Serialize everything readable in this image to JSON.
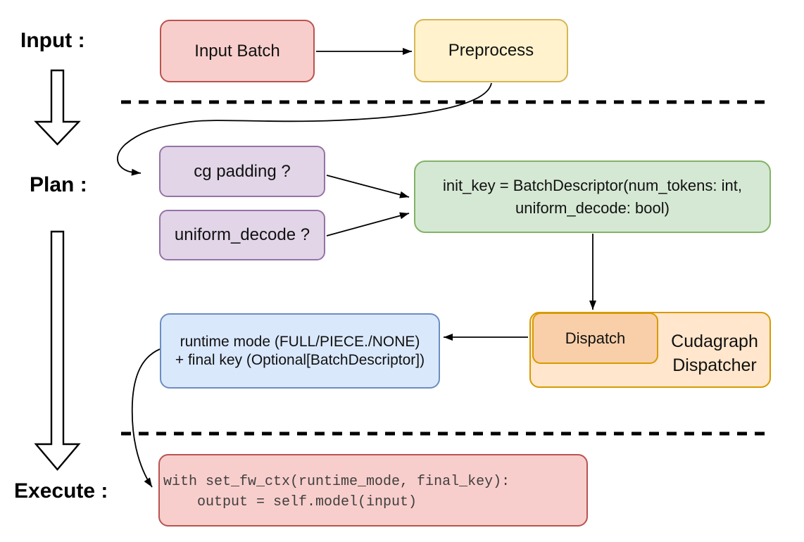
{
  "diagram": {
    "stages": {
      "input_label": "Input :",
      "plan_label": "Plan :",
      "execute_label": "Execute :"
    },
    "nodes": {
      "input_batch": {
        "label": "Input Batch"
      },
      "preprocess": {
        "label": "Preprocess"
      },
      "cg_padding": {
        "label": "cg padding ?"
      },
      "uniform_decode": {
        "label": "uniform_decode ?"
      },
      "init_key": {
        "lines": [
          "init_key = BatchDescriptor(num_tokens: int,",
          "uniform_decode: bool)"
        ]
      },
      "dispatch": {
        "label": "Dispatch"
      },
      "cudagraph_dispatcher": {
        "lines": [
          "Cudagraph",
          "Dispatcher"
        ]
      },
      "runtime_mode": {
        "lines": [
          "runtime mode (FULL/PIECE./NONE)",
          "+ final key (Optional[BatchDescriptor])"
        ]
      },
      "execute_code": {
        "lines": [
          "with set_fw_ctx(runtime_mode, final_key):",
          "    output = self.model(input)"
        ]
      }
    },
    "colors": {
      "red_fill": "#F8CECC",
      "red_border": "#B85450",
      "yellow_fill": "#FFF2CC",
      "yellow_border": "#D6B656",
      "purple_fill": "#E1D5E7",
      "purple_border": "#9673A6",
      "green_fill": "#D5E8D4",
      "green_border": "#82B366",
      "blue_fill": "#DAE8FC",
      "blue_border": "#6C8EBF",
      "orange_fill": "#FFE6CC",
      "orange_inner_fill": "#F8CFA9",
      "orange_border": "#D79B00",
      "connector": "#000000"
    }
  }
}
